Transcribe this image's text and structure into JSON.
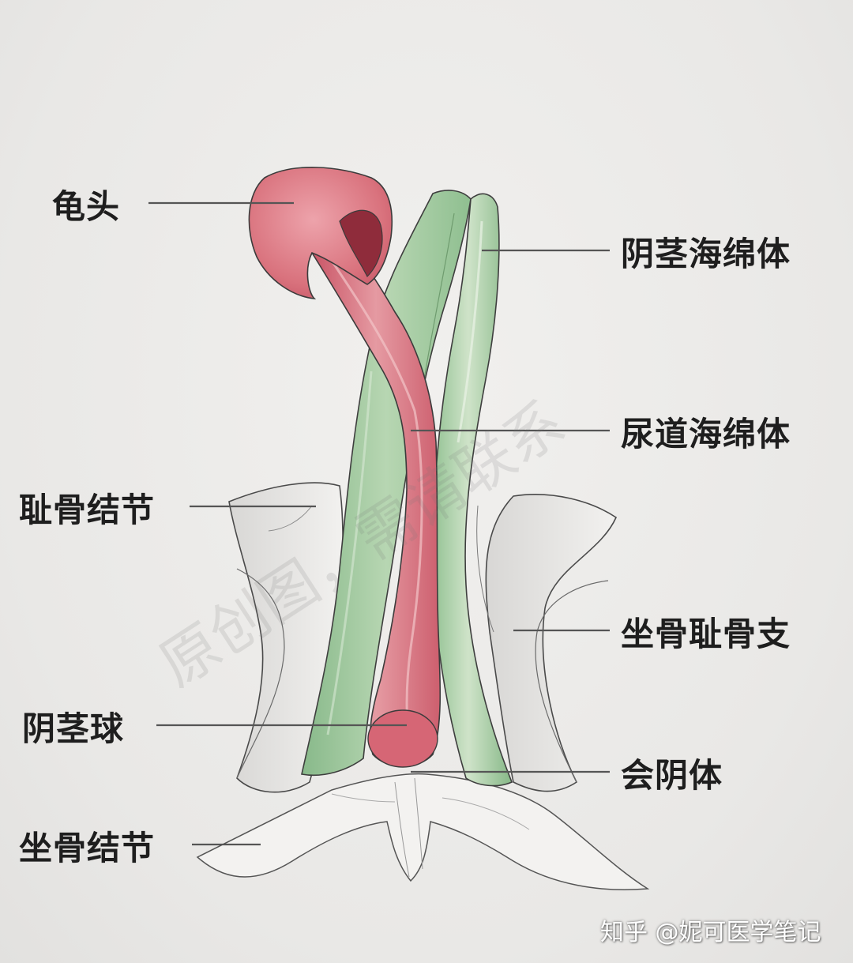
{
  "labels": {
    "glans": "龟头",
    "corpus_cavernosum": "阴茎海绵体",
    "corpus_spongiosum": "尿道海绵体",
    "pubic_tubercle": "耻骨结节",
    "ischiopubic_ramus": "坐骨耻骨支",
    "bulb_of_penis": "阴茎球",
    "perineal_body": "会阴体",
    "ischial_tuberosity": "坐骨结节"
  },
  "watermark": "原创图，需请联系",
  "credit": "知乎 @妮可医学笔记",
  "colors": {
    "background": "#ecebe9",
    "spongiosum_red": "#d9727d",
    "cavernosum_green": "#9cc59a",
    "leader_line": "#555555",
    "label_text": "#1e1e1e"
  }
}
